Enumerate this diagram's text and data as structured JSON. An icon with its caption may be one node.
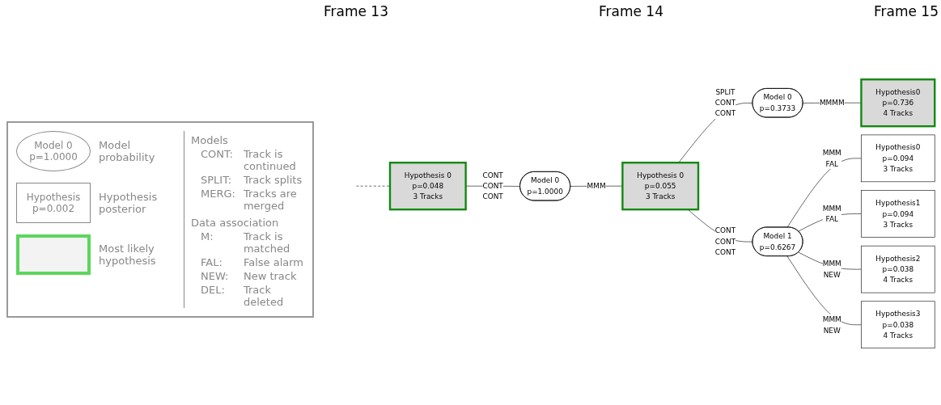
{
  "diagram": {
    "nodes": [
      {
        "text": [
          "Hypothesis 0",
          "p=0.048",
          "3 Tracks"
        ]
      },
      {
        "text": [
          "Model 0",
          "p=1.0000"
        ]
      },
      {
        "text": [
          "Hypothesis 0",
          "p=0.055",
          "3 Tracks"
        ]
      },
      {
        "text": [
          "Model 0",
          "p=0.3733"
        ]
      },
      {
        "text": [
          "Model 1",
          "p=0.6267"
        ]
      },
      {
        "text": [
          "Hypothesis0",
          "p=0.736",
          "4 Tracks"
        ]
      },
      {
        "text": [
          "Hypothesis0",
          "p=0.094",
          "3 Tracks"
        ]
      },
      {
        "text": [
          "Hypothesis1",
          "p=0.094",
          "3 Tracks"
        ]
      },
      {
        "text": [
          "Hypothesis2",
          "p=0.038",
          "4 Tracks"
        ]
      },
      {
        "text": [
          "Hypothesis3",
          "p=0.038",
          "4 Tracks"
        ]
      }
    ],
    "edges": [
      {
        "from": null,
        "to": 0,
        "arrow": "none",
        "style": "dashed"
      },
      {
        "from": 0,
        "to": 1,
        "arrow": "none",
        "label": "CONT CONT CONT"
      },
      {
        "from": 1,
        "to": 2,
        "arrow": "none",
        "label": "MMM"
      },
      {
        "from": 2,
        "to": 3,
        "arrow": "none",
        "label": "SPLIT CONT CONT"
      },
      {
        "from": 2,
        "to": 4,
        "arrow": "none",
        "label": "CONT CONT CONT"
      },
      {
        "from": 3,
        "to": 5,
        "arrow": "none",
        "label": "MMMM"
      },
      {
        "from": 4,
        "to": 6,
        "arrow": "none",
        "label": "MMM FAL"
      },
      {
        "from": 4,
        "to": 7,
        "arrow": "none",
        "label": "MMM FAL"
      },
      {
        "from": 4,
        "to": 8,
        "arrow": "none",
        "label": "MMM NEW"
      },
      {
        "from": 4,
        "to": 9,
        "arrow": "none",
        "label": "MMM NEW"
      }
    ],
    "labels": [
      "Frame 13",
      "Frame 14",
      "Frame 15",
      "Model 0",
      "p=1.0000",
      "Hypothesis",
      "p=0.002",
      "Models",
      "CONT:",
      "Track is continued",
      "SPLIT:",
      "Track splits",
      "MERG:",
      "Tracks are merged",
      "Data association",
      "M:",
      "Track is matched",
      "FAL:",
      "False alarm",
      "NEW:",
      "New track",
      "DEL:",
      "Track deleted"
    ],
    "legend": [
      {
        "text": "Model probability"
      },
      {
        "text": "Hypothesis posterior"
      },
      {
        "text": "Most likely hypothesis"
      }
    ]
  }
}
